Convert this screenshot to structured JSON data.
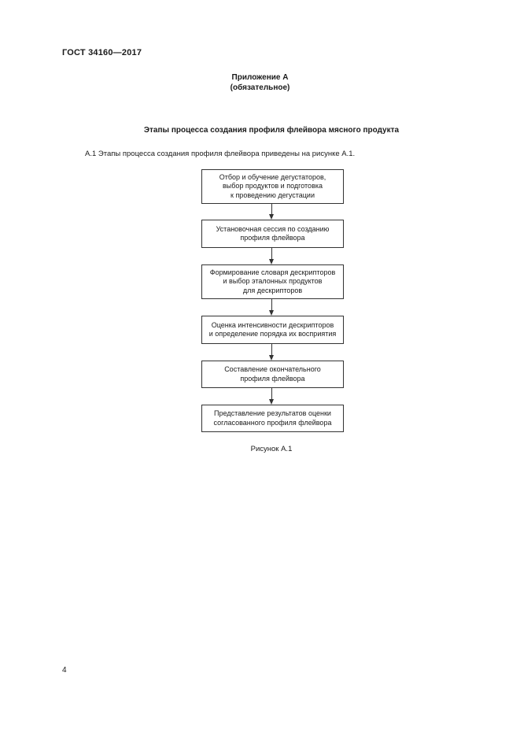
{
  "header": {
    "standard_code": "ГОСТ 34160—2017"
  },
  "annex": {
    "title": "Приложение А",
    "status": "(обязательное)"
  },
  "section_title": "Этапы процесса создания профиля флейвора мясного продукта",
  "paragraph": "А.1 Этапы процесса создания профиля флейвора приведены на рисунке А.1.",
  "flowchart": {
    "steps": [
      "Отбор и обучение дегустаторов,\nвыбор продуктов и подготовка\nк проведению дегустации",
      "Установочная сессия по созданию\nпрофиля флейвора",
      "Формирование словаря дескрипторов\nи выбор эталонных продуктов\nдля дескрипторов",
      "Оценка интенсивности дескрипторов\nи определение порядка их восприятия",
      "Составление окончательного\nпрофиля флейвора",
      "Представление результатов оценки\nсогласованного профиля флейвора"
    ]
  },
  "figure_caption": "Рисунок А.1",
  "footer": {
    "page_number": "4"
  }
}
